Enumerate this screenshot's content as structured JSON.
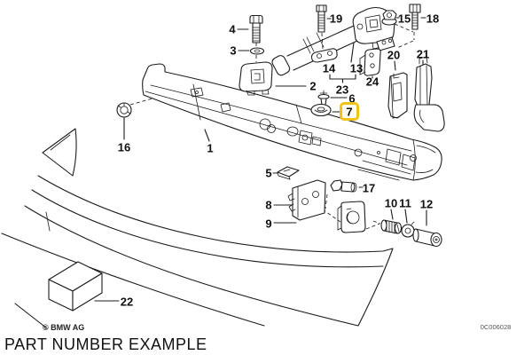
{
  "diagram": {
    "caption": "PART NUMBER EXAMPLE",
    "copyright": "© BMW AG",
    "code": "0C006028",
    "highlighted_part": "7",
    "highlight_color": "#EFC319",
    "labels": {
      "p1": "1",
      "p2": "2",
      "p3": "3",
      "p4": "4",
      "p5": "5",
      "p6": "6",
      "p7": "7",
      "p8": "8",
      "p9": "9",
      "p10": "10",
      "p11": "11",
      "p12": "12",
      "p13": "13",
      "p14": "14",
      "p15": "15",
      "p16": "16",
      "p17": "17",
      "p18": "18",
      "p19": "19",
      "p20": "20",
      "p21": "21",
      "p22": "22",
      "p23": "23",
      "p24": "24"
    }
  }
}
